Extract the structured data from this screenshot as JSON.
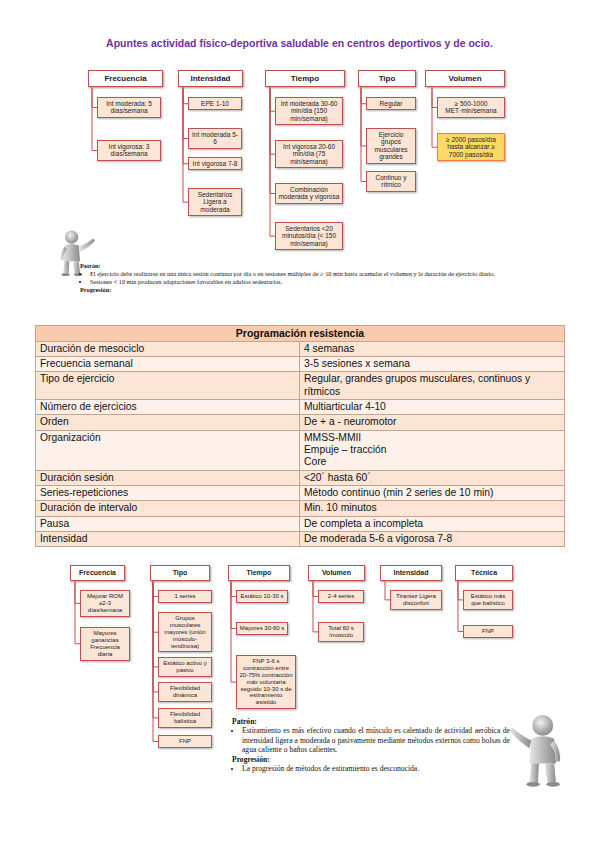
{
  "diagram": {
    "title": "Apuntes actividad físico-deportiva saludable en centros deportivos y de ocio.",
    "nodes": [
      {
        "text": [
          "Frecuencia"
        ]
      },
      {
        "text": [
          "Int moderada: 5 días/semana"
        ]
      },
      {
        "text": [
          "Int vigorosa: 3 días/semana"
        ]
      },
      {
        "text": [
          "Intensidad"
        ]
      },
      {
        "text": [
          "EPE 1-10"
        ]
      },
      {
        "text": [
          "Int moderada 5-6"
        ]
      },
      {
        "text": [
          "Int vigorosa 7-8"
        ]
      },
      {
        "text": [
          "Sedentarios Ligera a moderada"
        ]
      },
      {
        "text": [
          "Tiempo"
        ]
      },
      {
        "text": [
          "Int moderada 30-60 min/día (150 min/semana)"
        ]
      },
      {
        "text": [
          "Int vigorosa 20-60 min/día (75 min/semana)"
        ]
      },
      {
        "text": [
          "Combinación moderada y vigorosa"
        ]
      },
      {
        "text": [
          "Sedentarios <20 minutos/día (< 150 min/semana)"
        ]
      },
      {
        "text": [
          "Tipo"
        ]
      },
      {
        "text": [
          "Regular"
        ]
      },
      {
        "text": [
          "Ejercicio grupos musculares grandes"
        ]
      },
      {
        "text": [
          "Continuo y rítmico"
        ]
      },
      {
        "text": [
          "Volumen"
        ]
      },
      {
        "text": [
          "≥ 500-1000 MET·min/semana"
        ]
      },
      {
        "text": [
          "≥ 2000 pasos/día hasta alcanzar ≥ 7000 pasos/día"
        ]
      },
      {
        "text": [
          "Frecuencia"
        ]
      },
      {
        "text": [
          "Mejorar ROM ≥2-3 días/semana"
        ]
      },
      {
        "text": [
          "Mayores ganancias Frecuencia diaria"
        ]
      },
      {
        "text": [
          "Tipo"
        ]
      },
      {
        "text": [
          "1 series"
        ]
      },
      {
        "text": [
          "Grupos musculares mayores (unión músculo-tendinosa)"
        ]
      },
      {
        "text": [
          "Estático activo y pasivo"
        ]
      },
      {
        "text": [
          "Flexibilidad dinámica"
        ]
      },
      {
        "text": [
          "Flexibilidad balística"
        ]
      },
      {
        "text": [
          "FNP"
        ]
      },
      {
        "text": [
          "Tiempo"
        ]
      },
      {
        "text": [
          "Estático 10-30 s"
        ]
      },
      {
        "text": [
          "Mayores 30-60 s"
        ]
      },
      {
        "text": [
          "FNP 3-6 s contracción entre 20-75% contracción máx voluntaria seguido 10-30 s de estiramiento asistido"
        ]
      },
      {
        "text": [
          "Volumen"
        ]
      },
      {
        "text": [
          "2-4 series"
        ]
      },
      {
        "text": [
          "Total 60 s /músculo"
        ]
      },
      {
        "text": [
          "Intensidad"
        ]
      },
      {
        "text": [
          "Tirantez Ligera disconfort"
        ]
      },
      {
        "text": [
          "Técnica"
        ]
      },
      {
        "text": [
          "Estático más que balístico"
        ]
      },
      {
        "text": [
          "FNP"
        ]
      }
    ],
    "edges": [
      {
        "from": 0,
        "to": 1,
        "arrow": "none"
      },
      {
        "from": 0,
        "to": 2,
        "arrow": "none"
      },
      {
        "from": 3,
        "to": 4,
        "arrow": "none"
      },
      {
        "from": 3,
        "to": 5,
        "arrow": "none"
      },
      {
        "from": 3,
        "to": 6,
        "arrow": "none"
      },
      {
        "from": 3,
        "to": 7,
        "arrow": "none"
      },
      {
        "from": 8,
        "to": 9,
        "arrow": "none"
      },
      {
        "from": 8,
        "to": 10,
        "arrow": "none"
      },
      {
        "from": 8,
        "to": 11,
        "arrow": "none"
      },
      {
        "from": 8,
        "to": 12,
        "arrow": "none"
      },
      {
        "from": 13,
        "to": 14,
        "arrow": "none"
      },
      {
        "from": 13,
        "to": 15,
        "arrow": "none"
      },
      {
        "from": 13,
        "to": 16,
        "arrow": "none"
      },
      {
        "from": 17,
        "to": 18,
        "arrow": "none"
      },
      {
        "from": 17,
        "to": 19,
        "arrow": "none"
      },
      {
        "from": 20,
        "to": 21,
        "arrow": "none"
      },
      {
        "from": 20,
        "to": 22,
        "arrow": "none"
      },
      {
        "from": 23,
        "to": 24,
        "arrow": "none"
      },
      {
        "from": 23,
        "to": 25,
        "arrow": "none"
      },
      {
        "from": 23,
        "to": 26,
        "arrow": "none"
      },
      {
        "from": 23,
        "to": 27,
        "arrow": "none"
      },
      {
        "from": 23,
        "to": 28,
        "arrow": "none"
      },
      {
        "from": 23,
        "to": 29,
        "arrow": "none"
      },
      {
        "from": 30,
        "to": 31,
        "arrow": "none"
      },
      {
        "from": 30,
        "to": 32,
        "arrow": "none"
      },
      {
        "from": 30,
        "to": 33,
        "arrow": "none"
      },
      {
        "from": 34,
        "to": 35,
        "arrow": "none"
      },
      {
        "from": 34,
        "to": 36,
        "arrow": "none"
      },
      {
        "from": 37,
        "to": 38,
        "arrow": "none"
      },
      {
        "from": 39,
        "to": 40,
        "arrow": "none"
      },
      {
        "from": 39,
        "to": 41,
        "arrow": "none"
      }
    ],
    "labels": [
      "Patrón:",
      "El ejercicio debe realizarse en una única sesión continua por día o en sesiones múltiples de ≥ 10 min hasta acumular el volumen y la duración de ejercicio diario.",
      "Sesiones < 10 min producen adaptaciones favorables en adultos sedentarios.",
      "Progresión:",
      "Programación resistencia",
      "Duración de mesociclo",
      "4 semanas",
      "Frecuencia semanal",
      "3-5 sesiones x semana",
      "Tipo de ejercicio",
      "Regular, grandes grupos musculares, continuos y rítmicos",
      "Número de ejercicios",
      "Multiarticular 4-10",
      "Orden",
      "De + a - neuromotor",
      "Organización",
      "MMSS-MMII",
      "Empuje – tracción",
      "Core",
      "Duración sesión",
      "<20´ hasta 60´",
      "Series-repeticiones",
      "Método continuo (min 2 series de 10 min)",
      "Duración de intervalo",
      "Min. 10 minutos",
      "Pausa",
      "De completa a incompleta",
      "Intensidad",
      "De moderada 5-6 a vigorosa 7-8",
      "Patrón:",
      "Estiramiento es más efectivo cuando el músculo es calentado de actividad aeróbica de intensidad ligera a moderada o pasivamente mediante métodos externos como bolsas de agua caliente o baños calientes.",
      "Progresión:",
      "La progresión de métodos de estiramiento es desconocida."
    ]
  }
}
